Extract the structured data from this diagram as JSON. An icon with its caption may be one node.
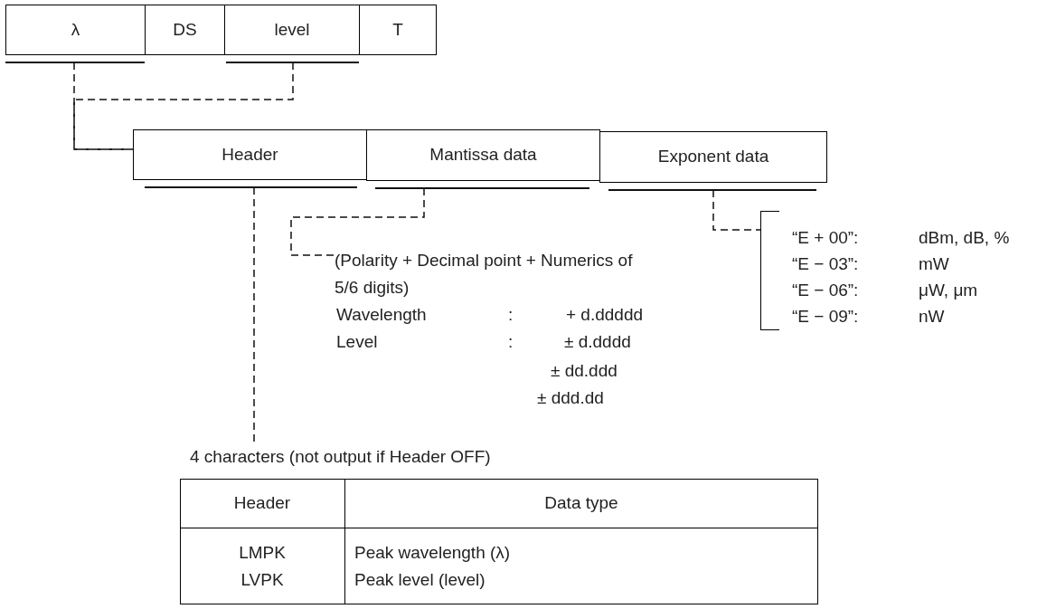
{
  "diagram": {
    "nodes": [
      {
        "text": [
          "λ"
        ]
      },
      {
        "text": [
          "DS"
        ]
      },
      {
        "text": [
          "level"
        ]
      },
      {
        "text": [
          "T"
        ]
      },
      {
        "text": [
          "Header"
        ]
      },
      {
        "text": [
          "Mantissa data"
        ]
      },
      {
        "text": [
          "Exponent data"
        ]
      },
      {
        "text": [
          "(Polarity + Decimal point + Numerics of 5/6 digits)"
        ]
      },
      {
        "text": [
          "“E + 00”:",
          "dBm, dB, %",
          "“E − 03”:",
          "mW",
          "“E − 06”:",
          "μW, μm",
          "“E − 09”:",
          "nW"
        ]
      },
      {
        "text": [
          "4 characters (not output if Header OFF)"
        ]
      }
    ],
    "edges": [
      {
        "from": 0,
        "to": 4,
        "arrow": "none",
        "style": "dashed"
      },
      {
        "from": 2,
        "to": 4,
        "arrow": "none",
        "style": "dashed"
      },
      {
        "from": 4,
        "to": 9,
        "arrow": "none",
        "style": "dashed"
      },
      {
        "from": 5,
        "to": 7,
        "arrow": "none",
        "style": "dashed"
      },
      {
        "from": 6,
        "to": 8,
        "arrow": "none",
        "style": "dashed"
      }
    ],
    "labels": [
      "Wavelength",
      ":",
      "+ d.ddddd",
      "Level",
      ":",
      "± d.dddd",
      "± dd.ddd",
      "± ddd.dd",
      "Header",
      "Data type",
      "LMPK",
      "Peak wavelength (λ)",
      "LVPK",
      "Peak level (level)"
    ]
  }
}
